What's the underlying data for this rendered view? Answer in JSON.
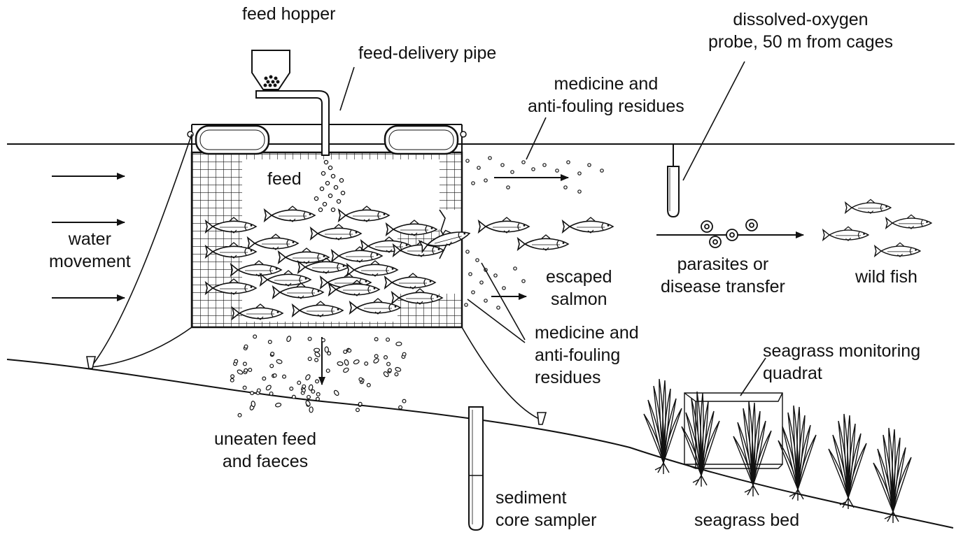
{
  "labels": {
    "feed_hopper": "feed hopper",
    "feed_delivery_pipe": "feed-delivery pipe",
    "do_probe_line1": "dissolved-oxygen",
    "do_probe_line2": "probe, 50 m from cages",
    "medicine_top_line1": "medicine and",
    "medicine_top_line2": "anti-fouling residues",
    "feed": "feed",
    "water_movement_line1": "water",
    "water_movement_line2": "movement",
    "parasites_line1": "parasites or",
    "parasites_line2": "disease transfer",
    "wild_fish": "wild fish",
    "escaped_line1": "escaped",
    "escaped_line2": "salmon",
    "medicine_bottom_line1": "medicine and",
    "medicine_bottom_line2": "anti-fouling",
    "medicine_bottom_line3": "residues",
    "seagrass_quadrat_line1": "seagrass monitoring",
    "seagrass_quadrat_line2": "quadrat",
    "uneaten_line1": "uneaten feed",
    "uneaten_line2": "and faeces",
    "sediment_line1": "sediment",
    "sediment_line2": "core sampler",
    "seagrass_bed": "seagrass bed"
  },
  "colors": {
    "line": "#111111",
    "background": "#ffffff"
  }
}
